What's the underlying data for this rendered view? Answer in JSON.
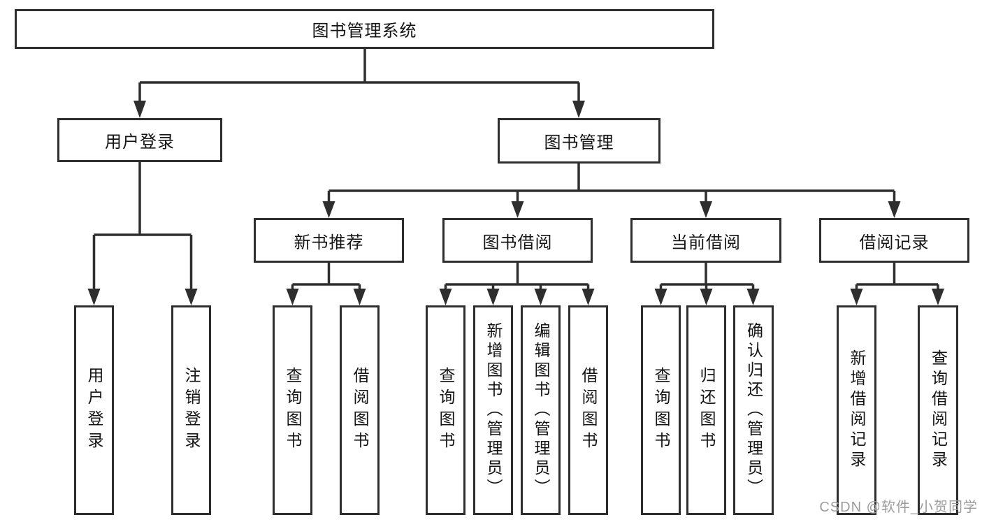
{
  "diagram": {
    "root": {
      "label": "图书管理系统"
    },
    "user_login": {
      "label": "用户登录",
      "children": [
        {
          "label": "用户登录"
        },
        {
          "label": "注销登录"
        }
      ]
    },
    "book_mgmt": {
      "label": "图书管理",
      "sections": {
        "new_book": {
          "label": "新书推荐",
          "children": [
            {
              "label": "查询图书"
            },
            {
              "label": "借阅图书"
            }
          ]
        },
        "borrow": {
          "label": "图书借阅",
          "children": [
            {
              "label": "查询图书"
            },
            {
              "label": "新增图书（管理员）"
            },
            {
              "label": "编辑图书（管理员）"
            },
            {
              "label": "借阅图书"
            }
          ]
        },
        "current": {
          "label": "当前借阅",
          "children": [
            {
              "label": "查询图书"
            },
            {
              "label": "归还图书"
            },
            {
              "label": "确认归还（管理员）"
            }
          ]
        },
        "records": {
          "label": "借阅记录",
          "children": [
            {
              "label": "新增借阅记录"
            },
            {
              "label": "查询借阅记录"
            }
          ]
        }
      }
    }
  },
  "watermark": {
    "text": "CSDN @软件_小贺同学"
  },
  "colors": {
    "line": "#2e2e2e",
    "box_fill": "#ffffff",
    "text": "#141414",
    "watermark": "#9c9c9c"
  }
}
